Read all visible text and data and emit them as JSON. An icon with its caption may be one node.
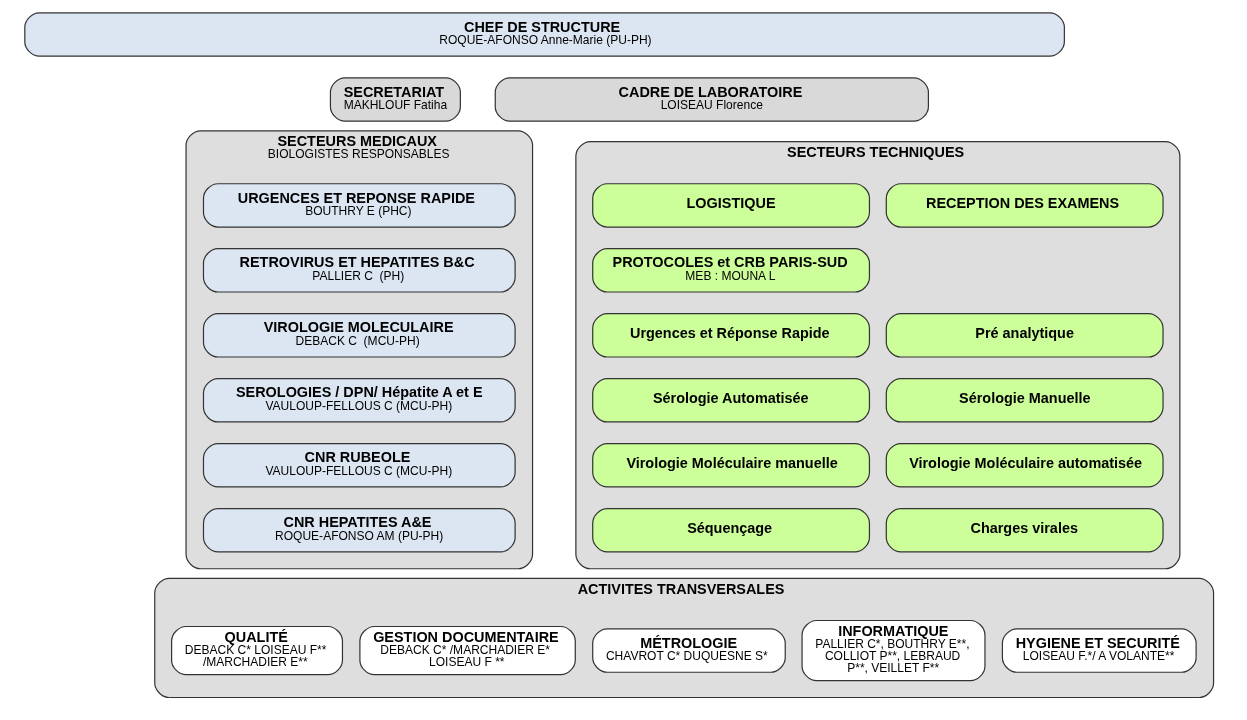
{
  "diagram": {
    "nodes": [
      {
        "text": [
          "CHEF DE STRUCTURE",
          "ROQUE-AFONSO Anne-Marie (PU-PH)"
        ]
      },
      {
        "text": [
          "SECRETARIAT",
          "MAKHLOUF Fatiha"
        ]
      },
      {
        "text": [
          "CADRE DE LABORATOIRE",
          "LOISEAU Florence"
        ]
      },
      {
        "text": [
          "SECTEURS MEDICAUX",
          "BIOLOGISTES RESPONSABLES"
        ]
      },
      {
        "text": [
          "URGENCES ET REPONSE RAPIDE",
          "BOUTHRY E (PHC)"
        ],
        "in": 3
      },
      {
        "text": [
          "RETROVIRUS ET HEPATITES B&C",
          "PALLIER C  (PH)"
        ],
        "in": 3
      },
      {
        "text": [
          "VIROLOGIE MOLECULAIRE",
          "DEBACK C  (MCU-PH)"
        ],
        "in": 3
      },
      {
        "text": [
          "SEROLOGIES / DPN/ Hépatite A et E",
          "VAULOUP-FELLOUS C (MCU-PH)"
        ],
        "in": 3
      },
      {
        "text": [
          "CNR RUBEOLE",
          "VAULOUP-FELLOUS C (MCU-PH)"
        ],
        "in": 3
      },
      {
        "text": [
          "CNR HEPATITES A&E",
          "ROQUE-AFONSO AM (PU-PH)"
        ],
        "in": 3
      },
      {
        "text": [
          "SECTEURS TECHNIQUES"
        ]
      },
      {
        "text": [
          "RECEPTION DES EXAMENS"
        ],
        "in": 10
      },
      {
        "text": [
          "LOGISTIQUE"
        ],
        "in": 10
      },
      {
        "text": [
          "PROTOCOLES et CRB PARIS-SUD",
          "MEB : MOUNA L"
        ],
        "in": 10
      },
      {
        "text": [
          "Pré analytique"
        ],
        "in": 10
      },
      {
        "text": [
          "Urgences et Réponse Rapide"
        ],
        "in": 10
      },
      {
        "text": [
          "Sérologie Manuelle"
        ],
        "in": 10
      },
      {
        "text": [
          "Sérologie Automatisée"
        ],
        "in": 10
      },
      {
        "text": [
          "Virologie Moléculaire automatisée"
        ],
        "in": 10
      },
      {
        "text": [
          "Virologie Moléculaire manuelle"
        ],
        "in": 10
      },
      {
        "text": [
          "Charges virales"
        ],
        "in": 10
      },
      {
        "text": [
          "Séquençage"
        ],
        "in": 10
      },
      {
        "text": [
          "ACTIVITES TRANSVERSALES"
        ]
      },
      {
        "text": [
          "QUALITÉ",
          "DEBACK C* LOISEAU F** /MARCHADIER E**"
        ],
        "in": 22
      },
      {
        "text": [
          "GESTION DOCUMENTAIRE",
          "DEBACK C* /MARCHADIER E* LOISEAU F **"
        ],
        "in": 22
      },
      {
        "text": [
          "MÉTROLOGIE",
          "CHAVROT C* DUQUESNE S*"
        ],
        "in": 22
      },
      {
        "text": [
          "INFORMATIQUE",
          "PALLIER C*, BOUTHRY E**, COLLIOT P**, LEBRAUD P**, VEILLET F**"
        ],
        "in": 22
      },
      {
        "text": [
          "HYGIENE ET SECURITÉ",
          "LOISEAU F.*/ A VOLANTE**"
        ],
        "in": 22
      }
    ],
    "edges": []
  }
}
